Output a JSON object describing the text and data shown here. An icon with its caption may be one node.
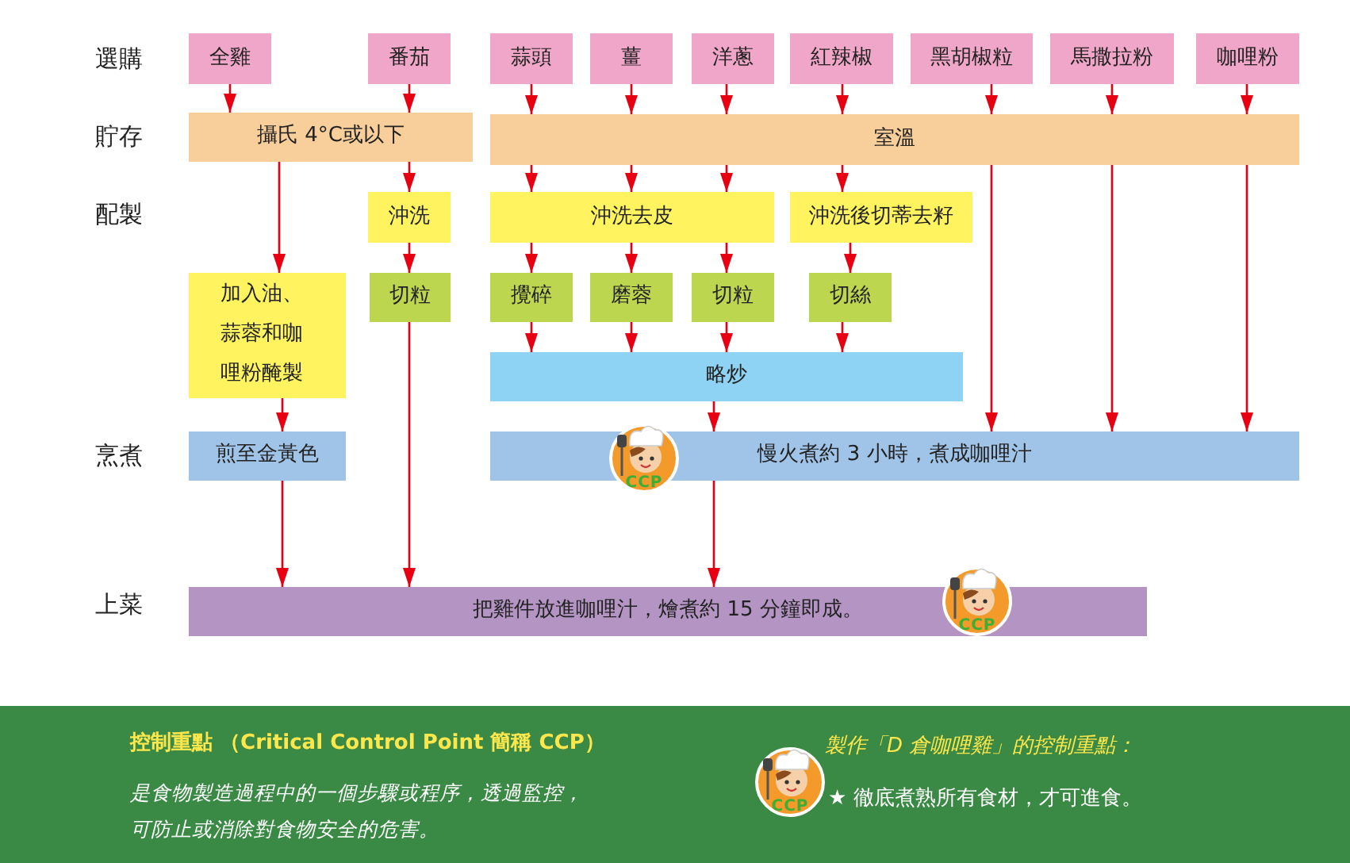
{
  "diagram": {
    "nodes": [
      {
        "text": [
          "全雞"
        ]
      },
      {
        "text": [
          "番茄"
        ]
      },
      {
        "text": [
          "蒜頭"
        ]
      },
      {
        "text": [
          "薑"
        ]
      },
      {
        "text": [
          "洋蔥"
        ]
      },
      {
        "text": [
          "紅辣椒"
        ]
      },
      {
        "text": [
          "黑胡椒粒"
        ]
      },
      {
        "text": [
          "馬撒拉粉"
        ]
      },
      {
        "text": [
          "咖哩粉"
        ]
      },
      {
        "text": [
          "攝氏 4°C或以下"
        ]
      },
      {
        "text": [
          "室溫"
        ]
      },
      {
        "text": [
          "沖洗"
        ]
      },
      {
        "text": [
          "沖洗去皮"
        ]
      },
      {
        "text": [
          "沖洗後切蒂去籽"
        ]
      },
      {
        "text": [
          "加入油、蒜蓉和咖哩粉醃製"
        ]
      },
      {
        "text": [
          "切粒"
        ]
      },
      {
        "text": [
          "攪碎"
        ]
      },
      {
        "text": [
          "磨蓉"
        ]
      },
      {
        "text": [
          "切粒"
        ]
      },
      {
        "text": [
          "切絲"
        ]
      },
      {
        "text": [
          "略炒"
        ]
      },
      {
        "text": [
          "煎至金黃色"
        ]
      },
      {
        "text": [
          "慢火煮約 3 小時，煮成咖哩汁"
        ]
      },
      {
        "text": [
          "把雞件放進咖哩汁，燴煮約 15 分鐘即成。"
        ]
      }
    ],
    "edges": [
      {
        "from": 0,
        "to": 9,
        "arrow": "to"
      },
      {
        "from": 1,
        "to": 9,
        "arrow": "to"
      },
      {
        "from": 2,
        "to": 10,
        "arrow": "to"
      },
      {
        "from": 3,
        "to": 10,
        "arrow": "to"
      },
      {
        "from": 4,
        "to": 10,
        "arrow": "to"
      },
      {
        "from": 5,
        "to": 10,
        "arrow": "to"
      },
      {
        "from": 6,
        "to": 10,
        "arrow": "to"
      },
      {
        "from": 7,
        "to": 10,
        "arrow": "to"
      },
      {
        "from": 8,
        "to": 10,
        "arrow": "to"
      },
      {
        "from": 9,
        "to": 14,
        "arrow": "to"
      },
      {
        "from": 9,
        "to": 11,
        "arrow": "to"
      },
      {
        "from": 10,
        "to": 12,
        "arrow": "to"
      },
      {
        "from": 10,
        "to": 12,
        "arrow": "to"
      },
      {
        "from": 10,
        "to": 12,
        "arrow": "to"
      },
      {
        "from": 10,
        "to": 13,
        "arrow": "to"
      },
      {
        "from": 11,
        "to": 15,
        "arrow": "to"
      },
      {
        "from": 12,
        "to": 16,
        "arrow": "to"
      },
      {
        "from": 12,
        "to": 17,
        "arrow": "to"
      },
      {
        "from": 12,
        "to": 18,
        "arrow": "to"
      },
      {
        "from": 13,
        "to": 19,
        "arrow": "to"
      },
      {
        "from": 16,
        "to": 20,
        "arrow": "to"
      },
      {
        "from": 17,
        "to": 20,
        "arrow": "to"
      },
      {
        "from": 18,
        "to": 20,
        "arrow": "to"
      },
      {
        "from": 19,
        "to": 20,
        "arrow": "to"
      },
      {
        "from": 10,
        "to": 22,
        "arrow": "to"
      },
      {
        "from": 10,
        "to": 22,
        "arrow": "to"
      },
      {
        "from": 10,
        "to": 22,
        "arrow": "to"
      },
      {
        "from": 14,
        "to": 21,
        "arrow": "to"
      },
      {
        "from": 20,
        "to": 22,
        "arrow": "to"
      },
      {
        "from": 21,
        "to": 23,
        "arrow": "to"
      },
      {
        "from": 15,
        "to": 23,
        "arrow": "to"
      },
      {
        "from": 22,
        "to": 23,
        "arrow": "to"
      }
    ],
    "labels": [
      "選購",
      "貯存",
      "配製",
      "烹煮",
      "CCP",
      "上菜",
      "CCP",
      "控制重點 （Critical Control Point 簡稱 CCP）",
      "製作「D 倉咖哩雞」的控制重點：",
      "CCP",
      "是食物製造過程中的一個步驟或程序，透過監控，可防止或消除對食物安全的危害。",
      "★ 徹底煮熟所有食材，才可進食。"
    ]
  }
}
